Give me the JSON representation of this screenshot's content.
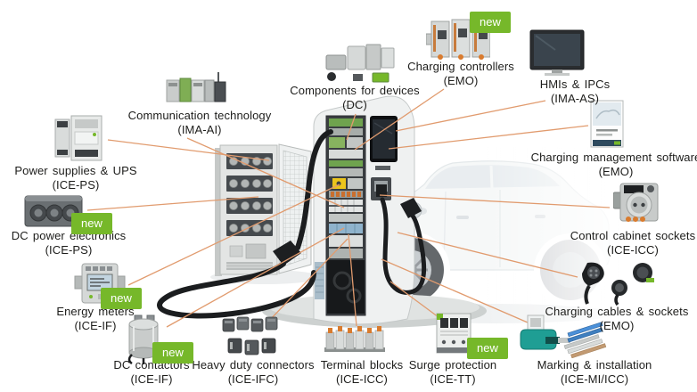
{
  "badge": {
    "label": "new",
    "bg_color": "#76b82a",
    "text_color": "#ffffff"
  },
  "line_color": "#e19b6e",
  "scene": {
    "center_objects": [
      "control-cabinet-rack",
      "ev-charging-station-open",
      "electric-car-charging"
    ]
  },
  "products": [
    {
      "name": "Power supplies & UPS",
      "code": "(ICE-PS)",
      "is_new": false,
      "image": "power-supply-modules-photo"
    },
    {
      "name": "Communication technology",
      "code": "(IMA-AI)",
      "is_new": false,
      "image": "communication-modules-photo"
    },
    {
      "name": "Components for devices",
      "code": "(DC)",
      "is_new": false,
      "image": "device-components-photo"
    },
    {
      "name": "Charging controllers",
      "code": "(EMO)",
      "is_new": true,
      "image": "charging-controller-modules-photo"
    },
    {
      "name": "HMIs & IPCs",
      "code": "(IMA-AS)",
      "is_new": false,
      "image": "hmi-panel-photo"
    },
    {
      "name": "Charging management software",
      "code": "(EMO)",
      "is_new": false,
      "image": "software-box-photo"
    },
    {
      "name": "Control cabinet sockets",
      "code": "(ICE-ICC)",
      "is_new": false,
      "image": "cabinet-socket-photo"
    },
    {
      "name": "Charging cables & sockets",
      "code": "(EMO)",
      "is_new": false,
      "image": "charging-plugs-photo"
    },
    {
      "name": "Marking & installation",
      "code": "(ICE-MI/ICC)",
      "is_new": false,
      "image": "marking-printer-photo"
    },
    {
      "name": "Surge protection",
      "code": "(ICE-TT)",
      "is_new": true,
      "image": "surge-protection-module-photo"
    },
    {
      "name": "Terminal blocks",
      "code": "(ICE-ICC)",
      "is_new": false,
      "image": "terminal-blocks-photo"
    },
    {
      "name": "Heavy duty connectors",
      "code": "(ICE-IFC)",
      "is_new": false,
      "image": "heavy-duty-connectors-photo"
    },
    {
      "name": "DC contactors",
      "code": "(ICE-IF)",
      "is_new": true,
      "image": "dc-contactor-photo"
    },
    {
      "name": "Energy meters",
      "code": "(ICE-IF)",
      "is_new": true,
      "image": "energy-meter-photo"
    },
    {
      "name": "DC power electronics",
      "code": "(ICE-PS)",
      "is_new": true,
      "image": "dc-power-electronics-photo"
    }
  ]
}
